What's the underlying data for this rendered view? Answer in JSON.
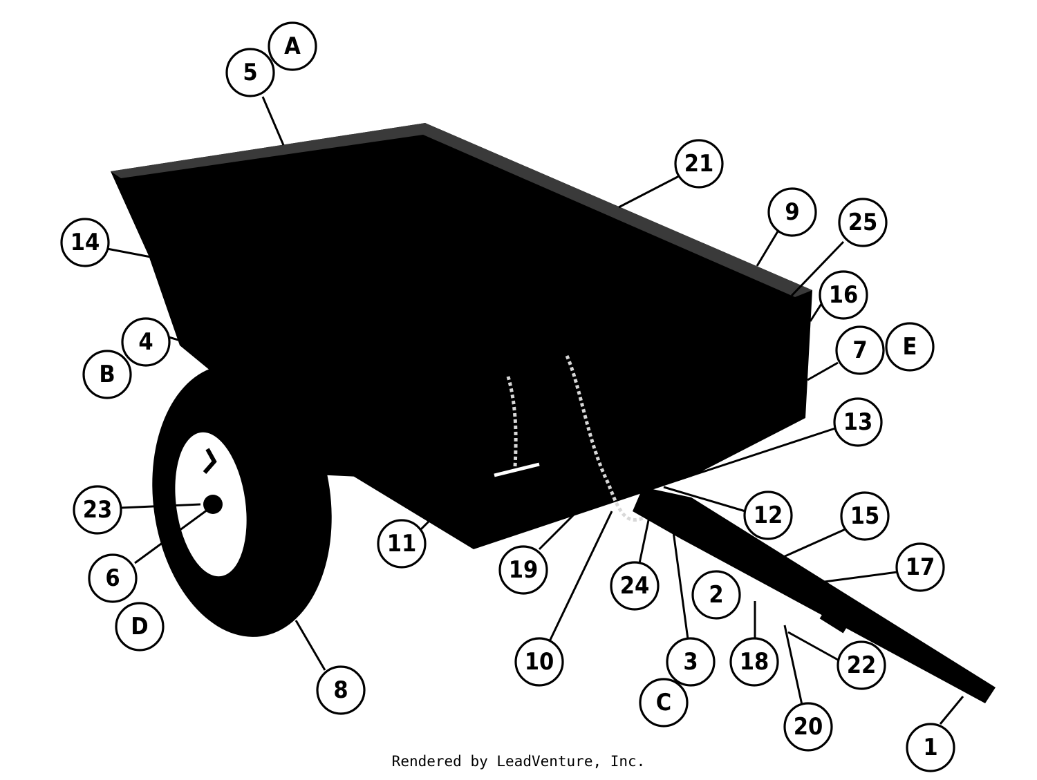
{
  "diagram": {
    "callouts": [
      "1",
      "2",
      "3",
      "4",
      "5",
      "6",
      "7",
      "8",
      "9",
      "10",
      "11",
      "12",
      "13",
      "14",
      "15",
      "16",
      "17",
      "18",
      "19",
      "20",
      "21",
      "22",
      "23",
      "24",
      "25",
      "A",
      "B",
      "C",
      "D",
      "E"
    ],
    "footer": "Rendered by LeadVenture, Inc."
  },
  "colors": {
    "ink": "#000000",
    "paper": "#ffffff"
  }
}
